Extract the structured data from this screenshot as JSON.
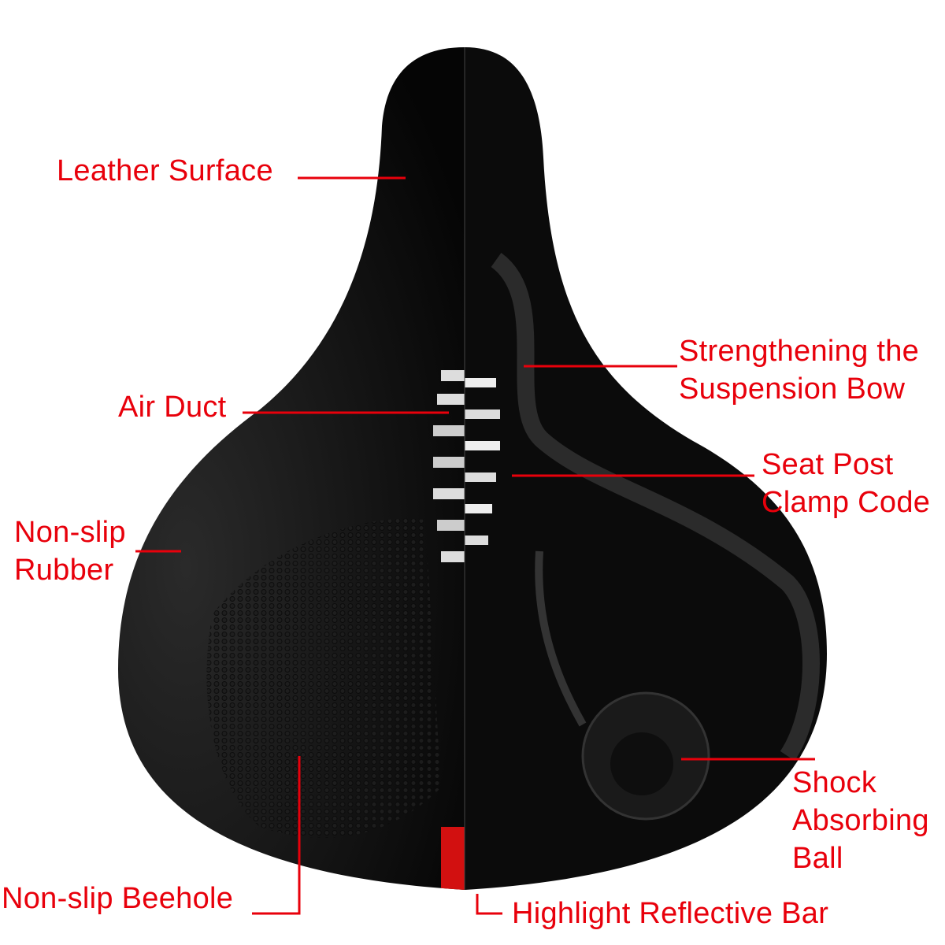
{
  "colors": {
    "label": "#e8000b",
    "saddle": "#111111",
    "reflector": "#d21010"
  },
  "labels": {
    "leather_surface": "Leather Surface",
    "air_duct": "Air Duct",
    "non_slip_rubber": [
      "Non-slip",
      "Rubber"
    ],
    "non_slip_beehole": "Non-slip Beehole",
    "suspension_bow": [
      "Strengthening the",
      "Suspension Bow"
    ],
    "seat_post_clamp": [
      "Seat Post",
      "Clamp Code"
    ],
    "shock_ball": [
      "Shock",
      "Absorbing",
      "Ball"
    ],
    "reflective_bar": "Highlight Reflective Bar"
  }
}
